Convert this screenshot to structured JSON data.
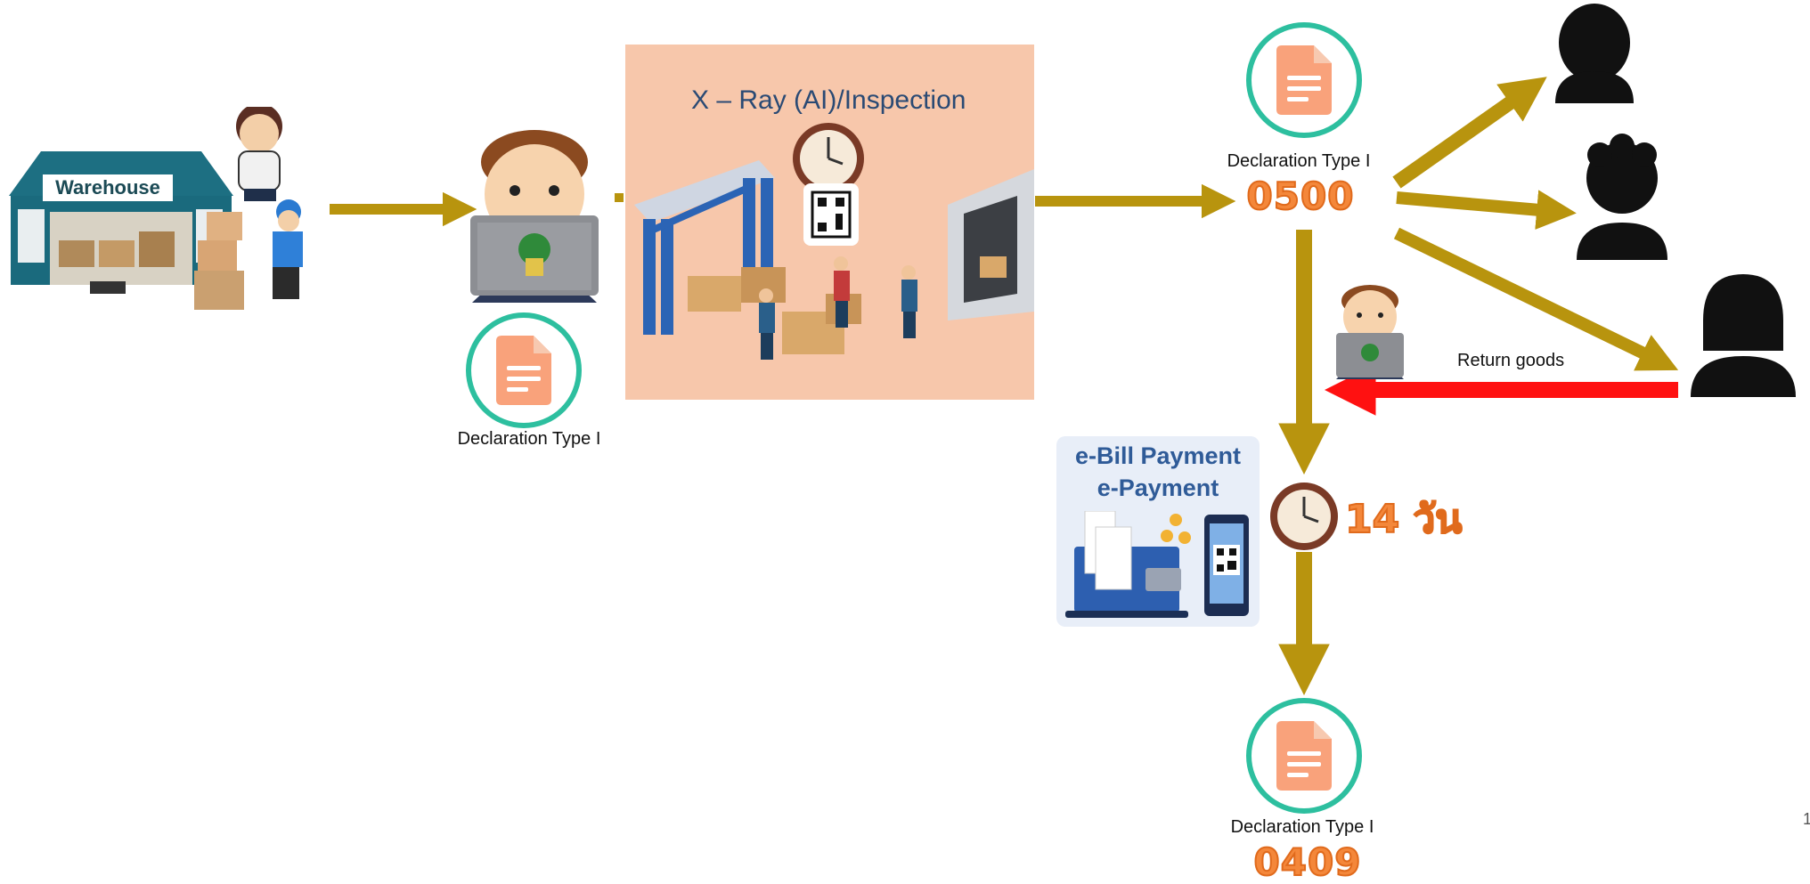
{
  "warehouse": {
    "sign": "Warehouse"
  },
  "declaration_label": "Declaration Type I",
  "xray": {
    "title": "X – Ray (AI)/Inspection"
  },
  "codes": {
    "first": "0500",
    "second": "0409"
  },
  "payment": {
    "line1": "e-Bill Payment",
    "line2": "e-Payment"
  },
  "clock_days": "14 วัน",
  "return_goods": "Return goods",
  "page_number": "1",
  "icons": [
    "warehouse-icon",
    "officer-icon",
    "worker-icon",
    "laptop-officer-icon",
    "document-icon",
    "clock-icon",
    "qr-code-icon",
    "person-silhouette-icon",
    "payment-device-icon"
  ],
  "colors": {
    "flow_arrow": "#b8940e",
    "return_arrow": "#ff1111",
    "circle_ring": "#2dbf9f",
    "document": "#f9a27b",
    "code_text": "#f4873a"
  }
}
